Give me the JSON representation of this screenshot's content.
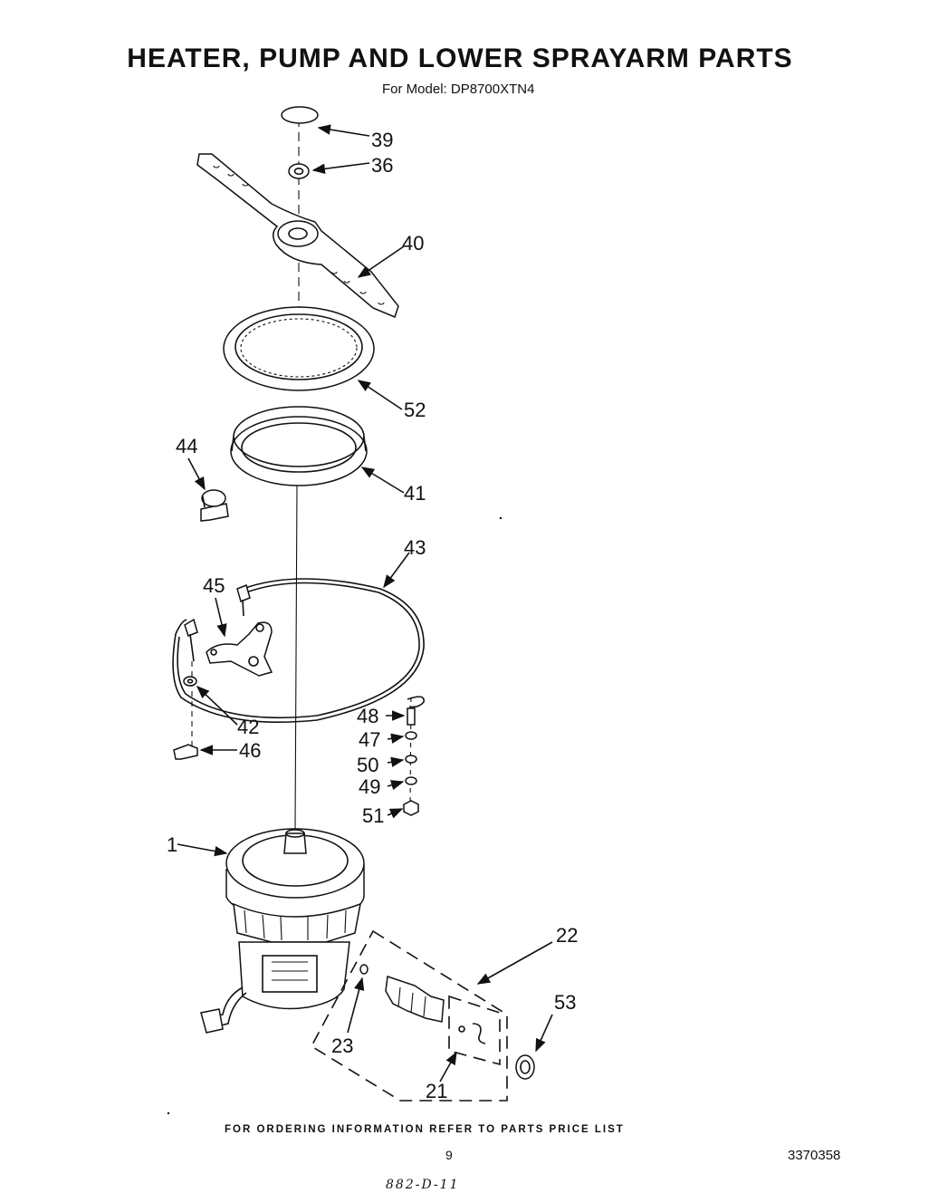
{
  "header": {
    "title": "HEATER, PUMP AND LOWER SPRAYARM PARTS",
    "subtitle": "For Model: DP8700XTN4"
  },
  "callouts": {
    "p39": "39",
    "p36": "36",
    "p40": "40",
    "p52": "52",
    "p44": "44",
    "p41": "41",
    "p43": "43",
    "p45": "45",
    "p48": "48",
    "p47": "47",
    "p50": "50",
    "p49": "49",
    "p51": "51",
    "p42": "42",
    "p46": "46",
    "p1": "1",
    "p22": "22",
    "p53": "53",
    "p23": "23",
    "p21": "21"
  },
  "footer": {
    "ordering_note": "FOR ORDERING INFORMATION REFER TO PARTS PRICE LIST",
    "page_number": "9",
    "document_number": "3370358",
    "handwritten_note": "882-D-11"
  }
}
